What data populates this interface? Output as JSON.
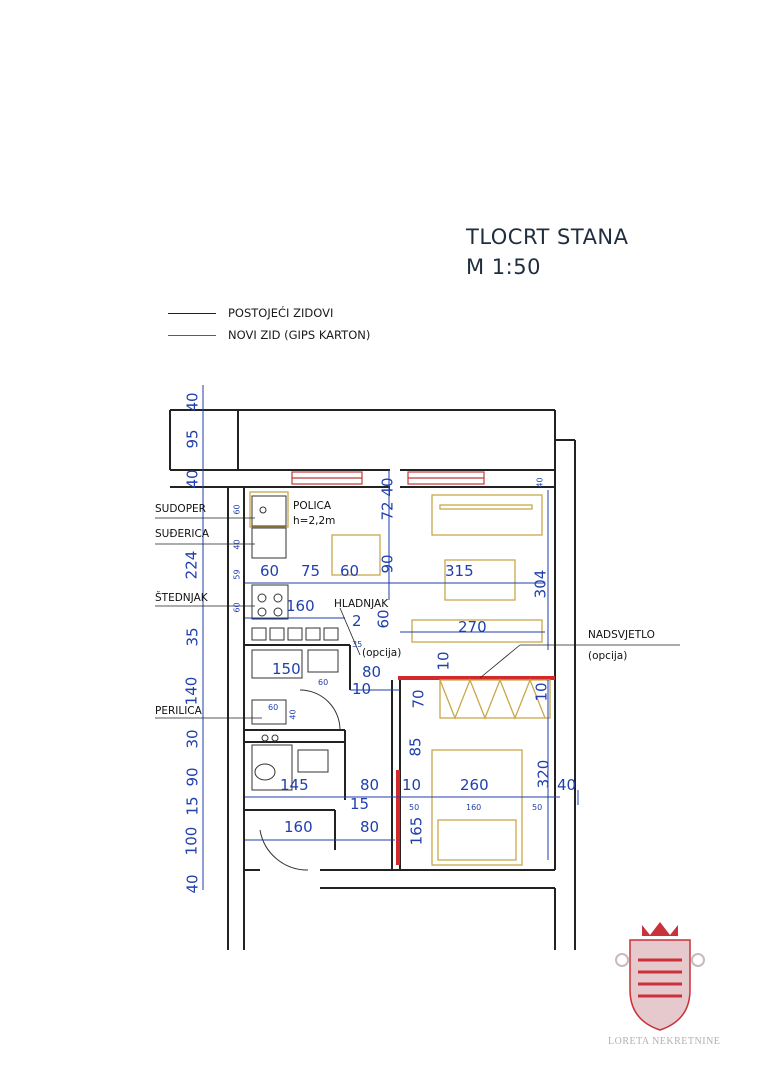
{
  "title": {
    "line1": "TLOCRT STANA",
    "line2": "M 1:50"
  },
  "legend": [
    {
      "label": "POSTOJEĆI ZIDOVI",
      "color": "#222222"
    },
    {
      "label": "NOVI ZID (GIPS KARTON)",
      "color": "#d22a2a"
    }
  ],
  "labels": {
    "sudoper": "SUDOPER",
    "suderica": "SUĐERICA",
    "stednjak": "ŠTEDNJAK",
    "perilica": "PERILICA",
    "polica": "POLICA",
    "polica_h": "h=2,2m",
    "hladnjak": "HLADNJAK",
    "opcija1": "(opcija)",
    "nadsvjetlo": "NADSVJETLO",
    "opcija2": "(opcija)"
  },
  "dims_left": [
    "40",
    "95",
    "40",
    "224",
    "35",
    "140",
    "30",
    "90",
    "15",
    "100",
    "40"
  ],
  "dims_kitchen_small": [
    "60",
    "40",
    "59",
    "60"
  ],
  "dims_interior": {
    "k60a": "60",
    "k75": "75",
    "k60b": "60",
    "k315": "315",
    "k160": "160",
    "k270": "270",
    "b150": "150",
    "b60": "60",
    "b80": "80",
    "b10a": "10",
    "b10b": "10",
    "w35": "35",
    "w2": "2",
    "p60": "60",
    "p40": "40",
    "t145": "145",
    "t80": "80",
    "t15": "15",
    "h160": "160",
    "h80": "80",
    "r260": "260",
    "r160": "160",
    "r50a": "50",
    "r50b": "50",
    "r10": "10",
    "r10b": "10",
    "r85": "85",
    "r70": "70",
    "r165": "165"
  },
  "dims_right": [
    "40",
    "304",
    "10",
    "320",
    "40"
  ],
  "dims_vertical_mid": [
    "72",
    "40",
    "90",
    "60"
  ],
  "watermark": "LORETA NEKRETNINE",
  "colors": {
    "wall": "#222222",
    "new_wall": "#d22a2a",
    "dimension": "#1f3fae",
    "furniture": "#c8a84a",
    "watermark_red": "#c9323a"
  }
}
